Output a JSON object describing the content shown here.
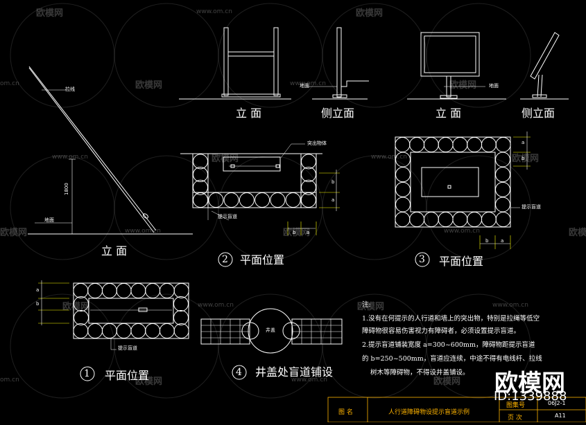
{
  "captions": {
    "elev1": "立 面",
    "side1": "侧立面",
    "elev2": "立 面",
    "side2": "侧立面",
    "elev3": "立 面",
    "plan2": "平面位置",
    "plan3": "平面位置",
    "plan1": "平面位置",
    "well": "井盖处盲道铺设"
  },
  "numbers": {
    "n1": "1",
    "n2": "2",
    "n3": "3",
    "n4": "4"
  },
  "labels": {
    "ground": "地面",
    "ground_short": "地面",
    "cable": "拉线",
    "height": "1800",
    "warn_path": "提示盲道",
    "obstacle": "突出物体",
    "well_center": "井盖",
    "b": "b",
    "a": "a"
  },
  "notes": {
    "title": "注:",
    "line1": "1.没有在何提示的人行道和墙上的突出物，特别是拉绳等低空",
    "line2": "障碍物很容易伤害视力有障碍者，必须设置提示盲道。",
    "line3": "2.提示盲道铺装宽度 a=300~600mm，障碍物距提示盲道",
    "line4": "的 b=250~500mm，盲道应连续，中途不得有电线杆、拉线",
    "line5": "树木等障碍物，不得设井盖铺设。"
  },
  "title_block": {
    "name_label": "图 名",
    "name_value": "人行道障碍物设提示盲道示例",
    "num_label": "图集号",
    "num_value": "06J2-1",
    "page_label": "页 次",
    "page_value": "A11"
  },
  "watermark": {
    "brand": "欧模网",
    "url": "www.om.cn",
    "url_short": "om.cn",
    "id": "ID:1339888"
  }
}
